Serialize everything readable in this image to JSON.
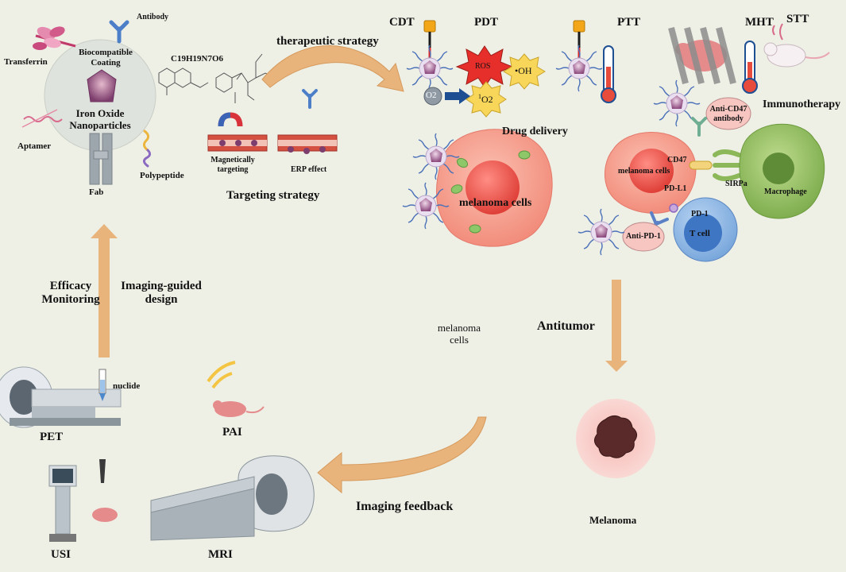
{
  "nanoparticle": {
    "antibody": "Antibody",
    "transferrin": "Transferrin",
    "coating": "Biocompatible\nCoating",
    "core": "Iron Oxide\nNanoparticles",
    "aptamer": "Aptamer",
    "polypeptide": "Polypeptide",
    "fab": "Fab",
    "formula": "C19H19N7O6"
  },
  "targeting": {
    "magnetic": "Magnetically\ntargeting",
    "erp": "ERP effect",
    "title": "Targeting strategy"
  },
  "therapy": {
    "strategy": "therapeutic strategy",
    "cdt": "CDT",
    "pdt": "PDT",
    "ptt": "PTT",
    "mht": "MHT",
    "stt": "STT",
    "ros": "ROS",
    "oh": "•OH",
    "o2": "O2",
    "singlet_sup": "1",
    "singlet": "O2"
  },
  "drug": {
    "title": "Drug delivery",
    "cells": "melanoma cells"
  },
  "immuno": {
    "title": "Immunotherapy",
    "anti_cd47": "Anti-CD47\nantibody",
    "cd47": "CD47",
    "sirpa": "SIRPa",
    "cells": "melanoma cells",
    "macrophage": "Macrophage",
    "pdl1": "PD-L1",
    "pd1": "PD-1",
    "anti_pd1": "Anti-PD-1",
    "tcell": "T cell"
  },
  "flow": {
    "efficacy": "Efficacy\nMonitoring",
    "imaging_guided": "Imaging-guided\ndesign",
    "antitumor": "Antitumor",
    "melanoma_cells": "melanoma\ncells",
    "imaging_feedback": "Imaging feedback",
    "melanoma": "Melanoma"
  },
  "imaging": {
    "nuclide": "nuclide",
    "pet": "PET",
    "pai": "PAI",
    "usi": "USI",
    "mri": "MRI"
  },
  "colors": {
    "background": "#eef0e6",
    "arrow": "#e8b47c",
    "tumor_halo": "#f7c9c6",
    "tumor_core": "#5a2a2a",
    "cell": "#f59a8a",
    "nucleus": "#ef5b50",
    "macrophage": "#8cb85a",
    "tcell": "#4d88cc",
    "nanoparticle": "#7d3d6d"
  }
}
